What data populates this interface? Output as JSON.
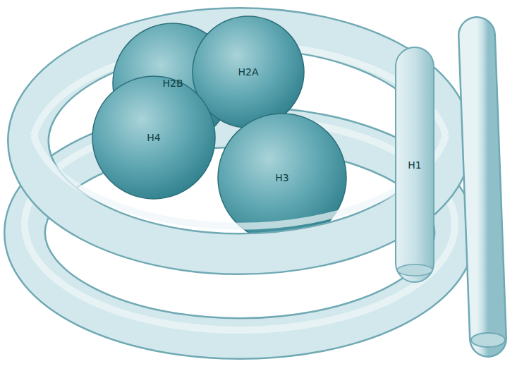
{
  "diagram": {
    "nodes": [
      {
        "text": [
          "H2B"
        ]
      },
      {
        "text": [
          "H2A"
        ]
      },
      {
        "text": [
          "H4"
        ]
      },
      {
        "text": [
          "H3"
        ]
      },
      {
        "text": [
          "H1"
        ]
      }
    ]
  }
}
